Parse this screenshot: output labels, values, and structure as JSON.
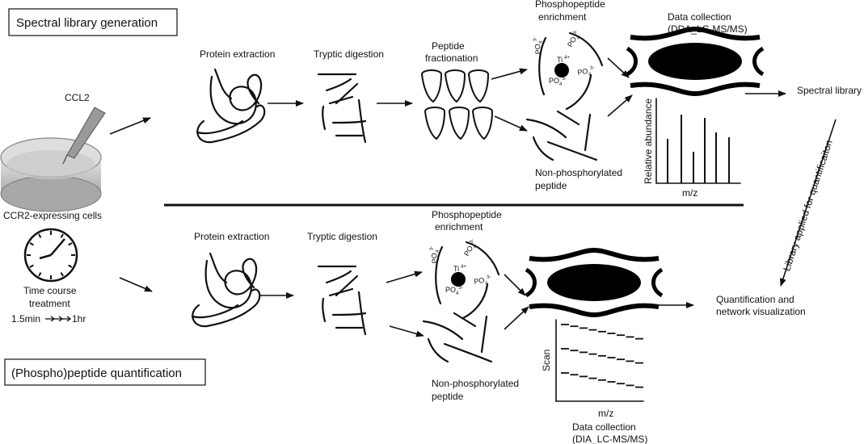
{
  "sections": {
    "top_title": "Spectral library generation",
    "bottom_title": "(Phospho)peptide quantification"
  },
  "left": {
    "ccl2": "CCL2",
    "cells": "CCR2-expressing cells",
    "time_course_line1": "Time course",
    "time_course_line2": "treatment",
    "time_range_start": "1.5min",
    "time_range_end": "1hr"
  },
  "top": {
    "protein_extraction": "Protein extraction",
    "tryptic_digestion": "Tryptic digestion",
    "fractionation_line1": "Peptide",
    "fractionation_line2": "fractionation",
    "phospho_line1": "Phosphopeptide",
    "phospho_line2": "enrichment",
    "nonphospho_line1": "Non-phosphorylated",
    "nonphospho_line2": "peptide",
    "data_collection_line1": "Data collection",
    "data_collection_line2": "(DDA_LC-MS/MS)",
    "y_axis": "Relative abundance",
    "x_axis": "m/z",
    "spectral_library": "Spectral library"
  },
  "bottom": {
    "protein_extraction": "Protein extraction",
    "tryptic_digestion": "Tryptic digestion",
    "phospho_line1": "Phosphopeptide",
    "phospho_line2": "enrichment",
    "nonphospho_line1": "Non-phosphorylated",
    "nonphospho_line2": "peptide",
    "y_axis": "Scan",
    "x_axis": "m/z",
    "data_collection_line1": "Data collection",
    "data_collection_line2": "(DIA_LC-MS/MS)",
    "quant_line1": "Quantification and",
    "quant_line2": "network visualization"
  },
  "library_applied": "Library applied for quantificaiton",
  "bead": {
    "ti": "Ti",
    "ti_charge": "4+",
    "po": "PO",
    "po_sub": "4",
    "po_charge": "3-"
  }
}
